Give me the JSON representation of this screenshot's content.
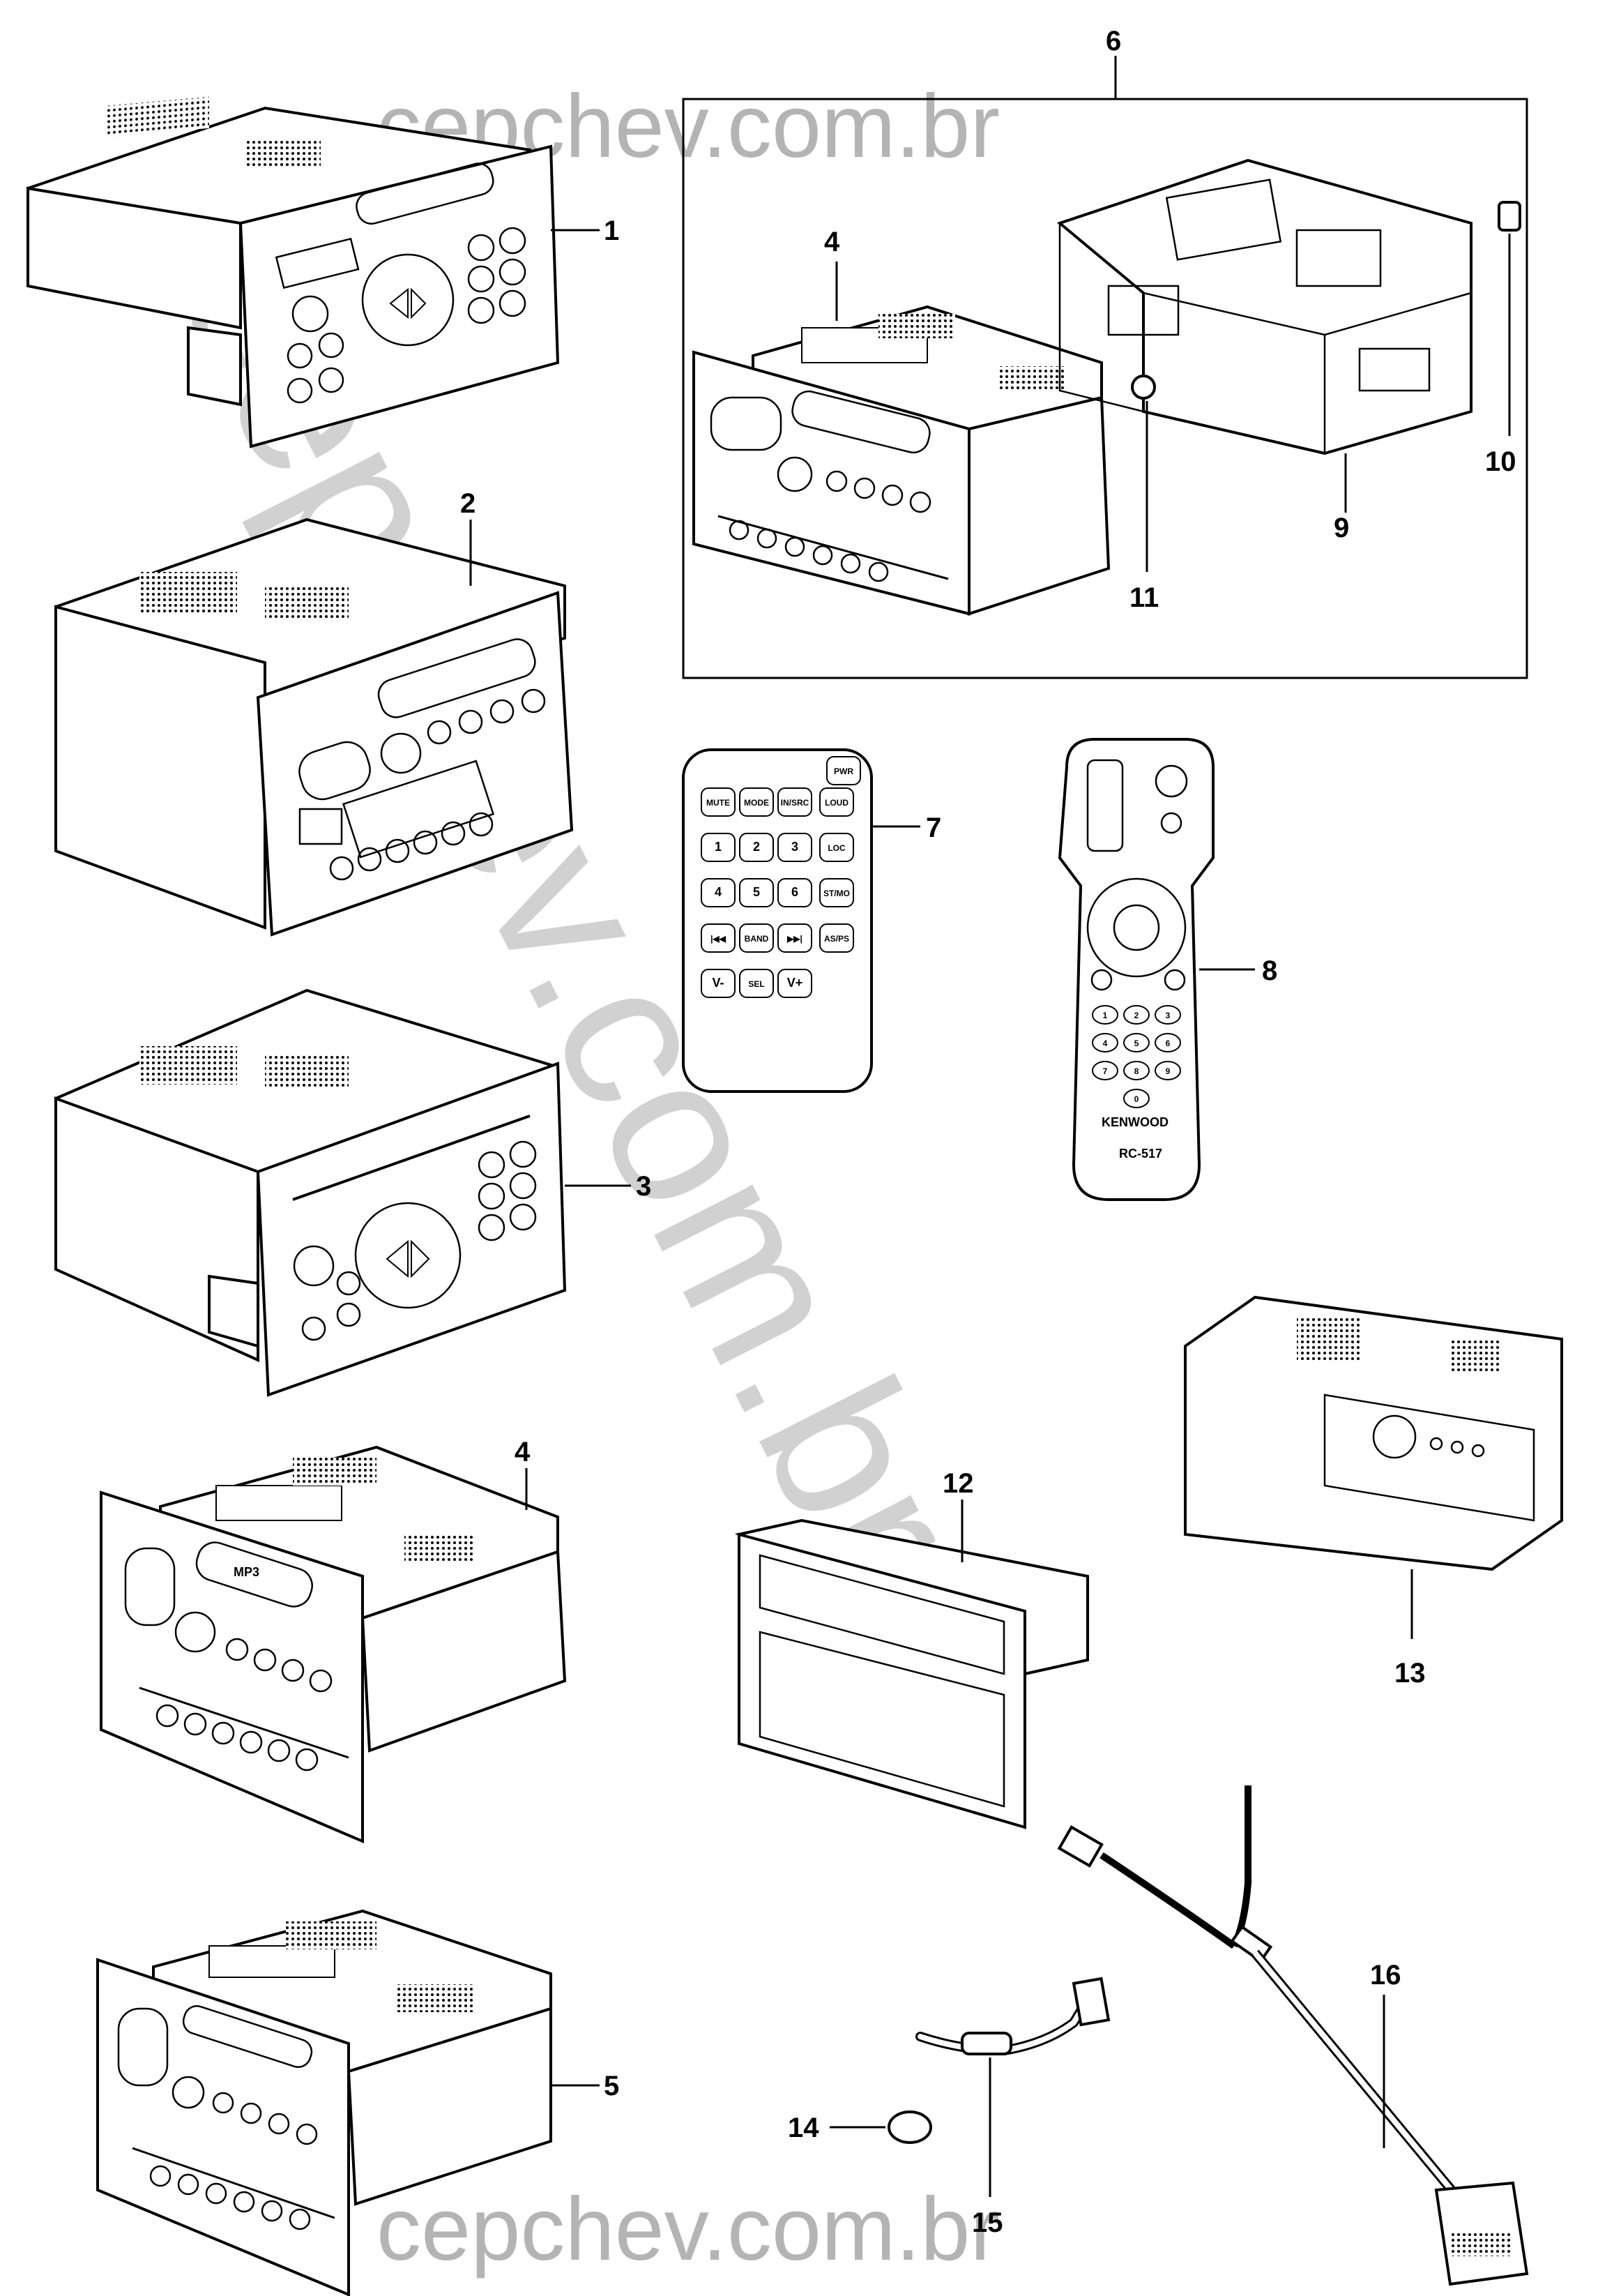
{
  "watermark": {
    "top": "cepchev.com.br",
    "bottom": "cepchev.com.br",
    "diagonal": "cepchev.com.br"
  },
  "frame": {
    "label": "6"
  },
  "callouts": [
    {
      "id": "1",
      "text": "1"
    },
    {
      "id": "2",
      "text": "2"
    },
    {
      "id": "3",
      "text": "3"
    },
    {
      "id": "4a",
      "text": "4"
    },
    {
      "id": "4b",
      "text": "4"
    },
    {
      "id": "5",
      "text": "5"
    },
    {
      "id": "7",
      "text": "7"
    },
    {
      "id": "8",
      "text": "8"
    },
    {
      "id": "9",
      "text": "9"
    },
    {
      "id": "10",
      "text": "10"
    },
    {
      "id": "11",
      "text": "11"
    },
    {
      "id": "12",
      "text": "12"
    },
    {
      "id": "13",
      "text": "13"
    },
    {
      "id": "14",
      "text": "14"
    },
    {
      "id": "15",
      "text": "15"
    },
    {
      "id": "16",
      "text": "16"
    }
  ],
  "remote7": {
    "buttons": [
      "PWR",
      "MUTE",
      "MODE",
      "IN/SRC",
      "LOUD",
      "1",
      "2",
      "3",
      "LOC",
      "4",
      "5",
      "6",
      "ST/MO",
      "|◀◀",
      "BAND",
      "▶▶|",
      "AS/PS",
      "V-",
      "SEL",
      "V+"
    ]
  },
  "remote8": {
    "buttons": [
      "1",
      "2",
      "3",
      "4",
      "5",
      "6",
      "7",
      "8",
      "9",
      "0"
    ],
    "brand": "KENWOOD",
    "model": "RC-517"
  },
  "unit_labels": {
    "mp3": "MP3"
  }
}
